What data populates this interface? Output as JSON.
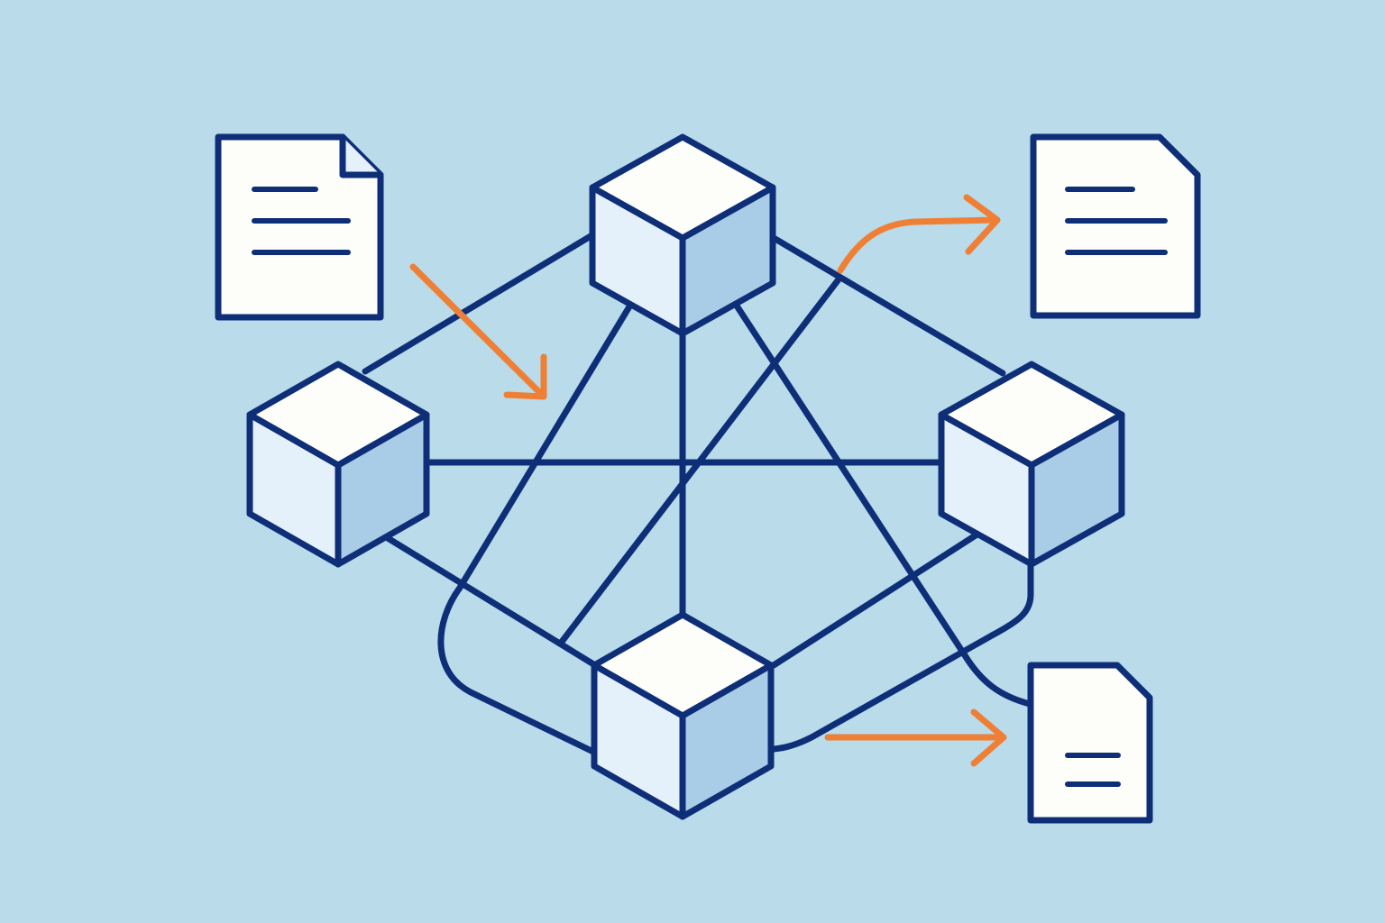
{
  "colors": {
    "background": "#b9dbea",
    "line": "#0e2f78",
    "accent": "#f07f36",
    "paper": "#fdfdfa",
    "cube_top": "#fdfdfa",
    "cube_left": "#e4f0fa",
    "cube_right": "#a9cde7"
  },
  "nodes": [
    {
      "id": "node-top",
      "icon": "cube-icon"
    },
    {
      "id": "node-left",
      "icon": "cube-icon"
    },
    {
      "id": "node-right",
      "icon": "cube-icon"
    },
    {
      "id": "node-bottom",
      "icon": "cube-icon"
    }
  ],
  "documents": [
    {
      "id": "document-input",
      "icon": "document-icon",
      "text_lines": 3
    },
    {
      "id": "document-output-top",
      "icon": "document-icon",
      "text_lines": 3
    },
    {
      "id": "document-output-bottom",
      "icon": "document-icon",
      "text_lines": 2
    }
  ],
  "flows": [
    {
      "id": "arrow-input-to-network",
      "icon": "arrow-icon",
      "from": "document-input",
      "to": "network"
    },
    {
      "id": "arrow-network-to-top-doc",
      "icon": "arrow-icon",
      "from": "network",
      "to": "document-output-top"
    },
    {
      "id": "arrow-bottom-node-to-doc",
      "icon": "arrow-icon",
      "from": "node-bottom",
      "to": "document-output-bottom"
    }
  ]
}
